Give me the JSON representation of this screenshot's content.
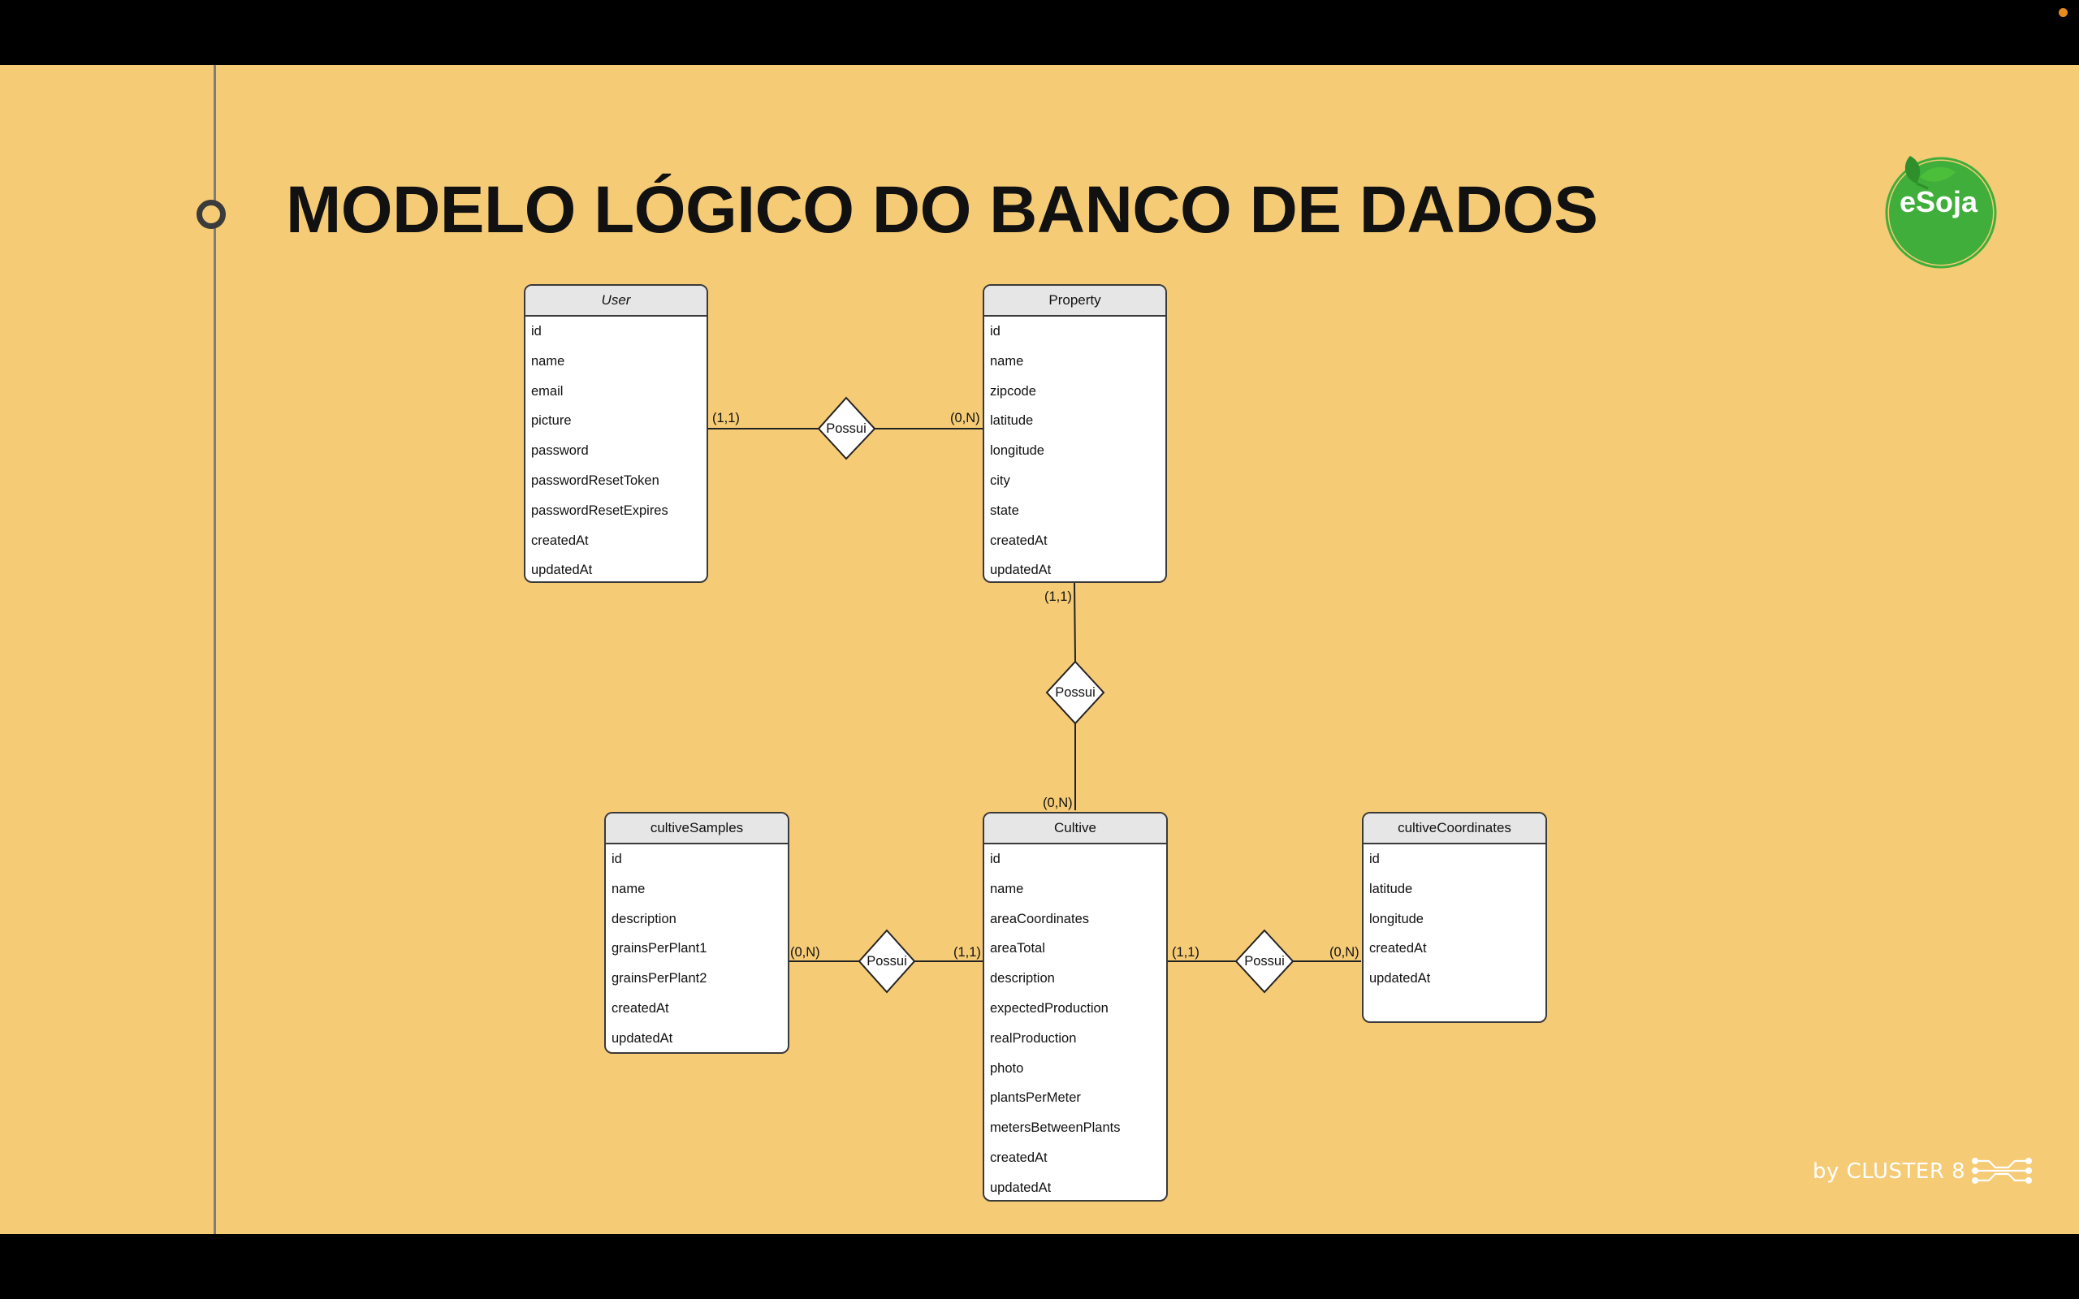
{
  "slide": {
    "title": "MODELO LÓGICO DO BANCO DE DADOS"
  },
  "logo": {
    "text": "eSoja"
  },
  "brand": {
    "text": "by CLUSTER 8"
  },
  "entities": {
    "user": {
      "name": "User",
      "attributes": [
        "id",
        "name",
        "email",
        "picture",
        "password",
        "passwordResetToken",
        "passwordResetExpires",
        "createdAt",
        "updatedAt"
      ]
    },
    "property": {
      "name": "Property",
      "attributes": [
        "id",
        "name",
        "zipcode",
        "latitude",
        "longitude",
        "city",
        "state",
        "createdAt",
        "updatedAt"
      ]
    },
    "cultive": {
      "name": "Cultive",
      "attributes": [
        "id",
        "name",
        "areaCoordinates",
        "areaTotal",
        "description",
        "expectedProduction",
        "realProduction",
        "photo",
        "plantsPerMeter",
        "metersBetweenPlants",
        "createdAt",
        "updatedAt"
      ]
    },
    "samples": {
      "name": "cultiveSamples",
      "attributes": [
        "id",
        "name",
        "description",
        "grainsPerPlant1",
        "grainsPerPlant2",
        "createdAt",
        "updatedAt"
      ]
    },
    "coords": {
      "name": "cultiveCoordinates",
      "attributes": [
        "id",
        "latitude",
        "longitude",
        "createdAt",
        "updatedAt"
      ]
    }
  },
  "relationships": {
    "user_property": {
      "label": "Possui",
      "card_left": "(1,1)",
      "card_right": "(0,N)"
    },
    "property_cultive": {
      "label": "Possui",
      "card_top": "(1,1)",
      "card_bottom": "(0,N)"
    },
    "samples_cultive": {
      "label": "Possui",
      "card_left": "(0,N)",
      "card_right": "(1,1)"
    },
    "cultive_coords": {
      "label": "Possui",
      "card_left": "(1,1)",
      "card_right": "(0,N)"
    }
  },
  "colors": {
    "background": "#f6cb76",
    "frame": "#000000",
    "logo_green": "#3fae3a",
    "leaf_green": "#2f8f2a",
    "brand_white": "#ffffff"
  }
}
